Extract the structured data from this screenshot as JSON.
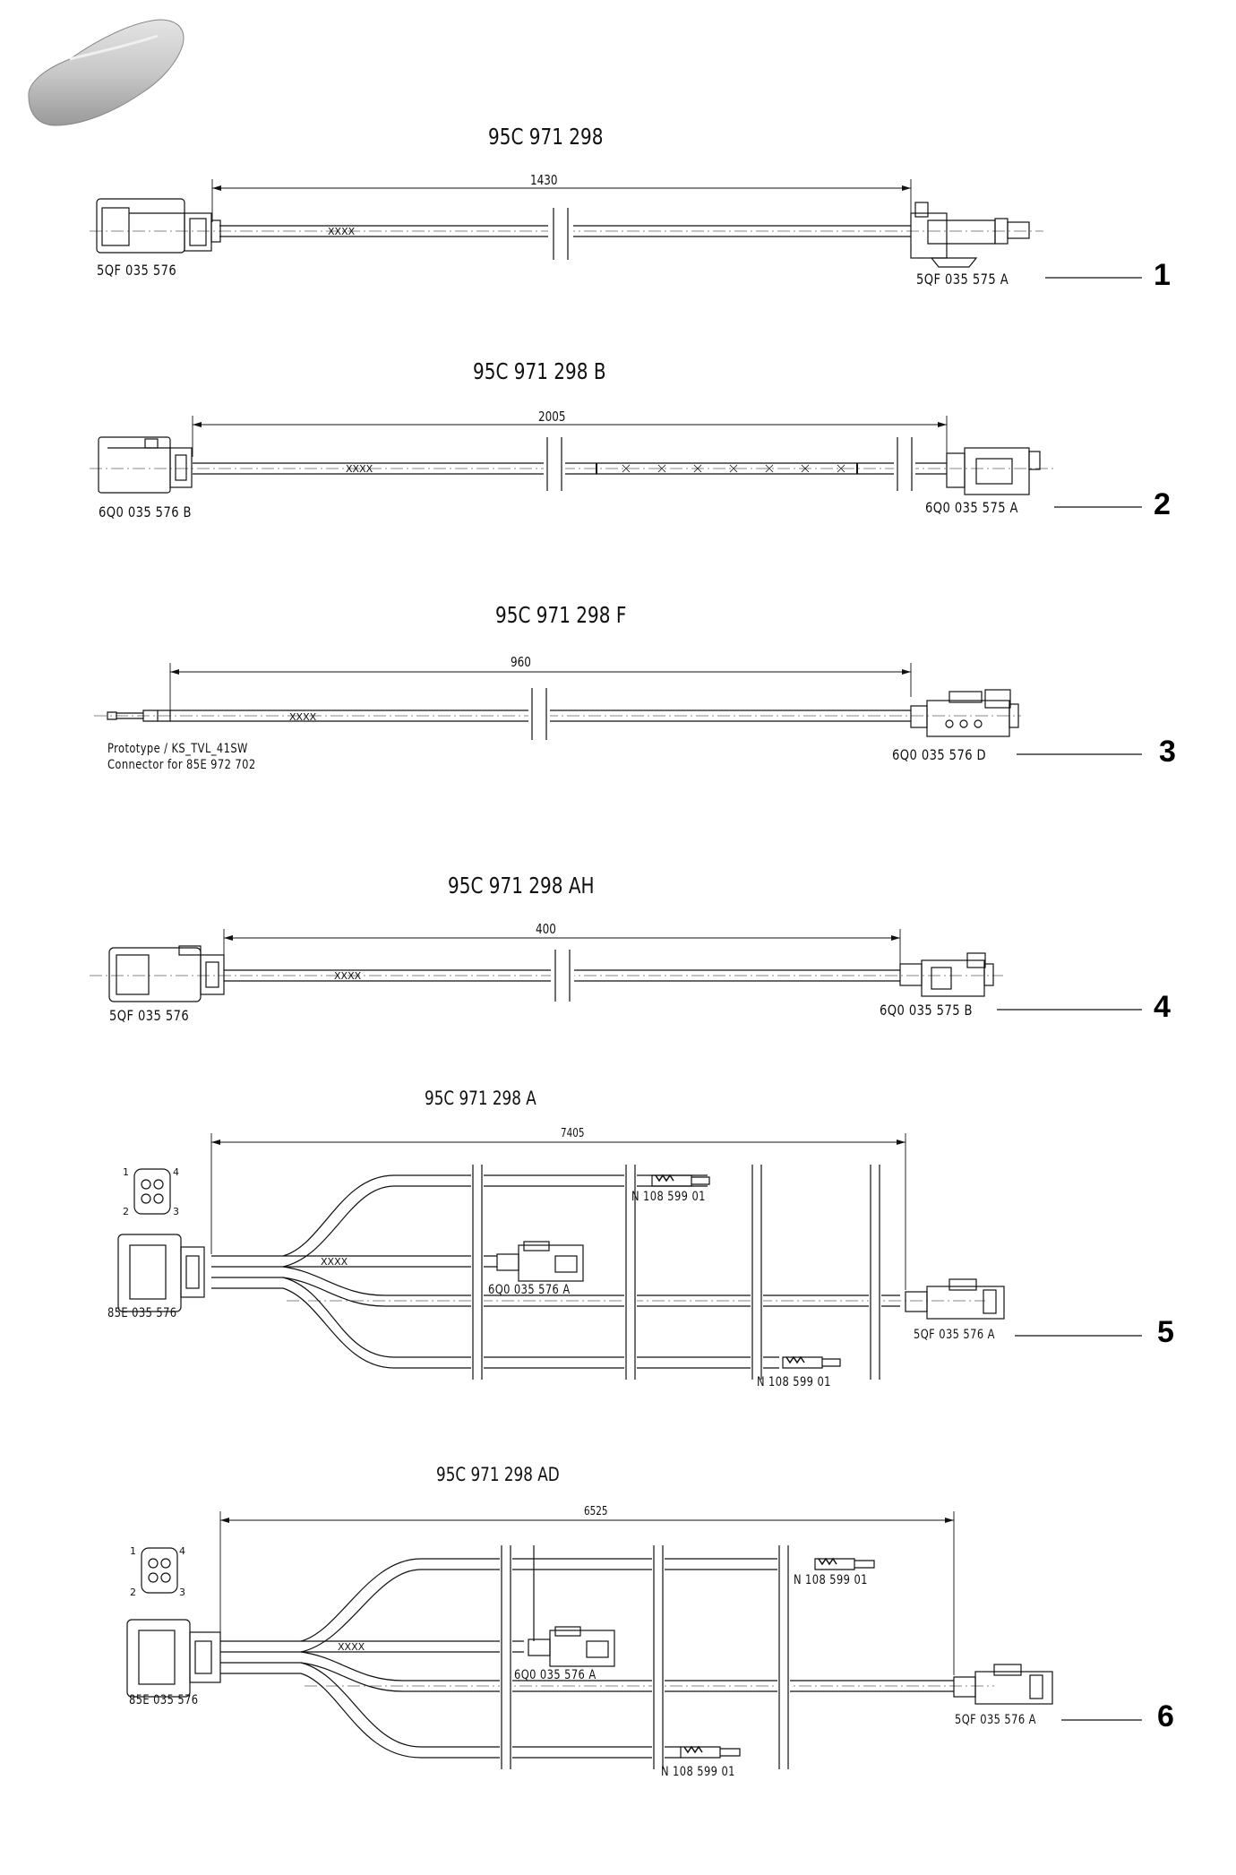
{
  "car_icon": "car-silhouette-icon",
  "diagrams": [
    {
      "index": "1",
      "title": "95C 971 298",
      "dimension": "1430",
      "left_connector": "5QF 035 576",
      "right_connector": "5QF 035 575 A",
      "marker": "XXXX"
    },
    {
      "index": "2",
      "title": "95C 971 298 B",
      "dimension": "2005",
      "left_connector": "6Q0 035 576 B",
      "right_connector": "6Q0 035 575 A",
      "marker": "XXXX"
    },
    {
      "index": "3",
      "title": "95C 971 298 F",
      "dimension": "960",
      "left_note_1": "Prototype / KS_TVL_41SW",
      "left_note_2": "Connector for 85E 972 702",
      "right_connector": "6Q0 035 576 D",
      "marker": "XXXX"
    },
    {
      "index": "4",
      "title": "95C 971 298 AH",
      "dimension": "400",
      "left_connector": "5QF 035 576",
      "right_connector": "6Q0 035 575 B",
      "marker": "XXXX"
    },
    {
      "index": "5",
      "title": "95C 971 298 A",
      "dimension": "7405",
      "left_connector": "85E 035 576",
      "mid_connector": "6Q0 035 576 A",
      "right_connector": "5QF 035 576 A",
      "terminal_top": "N 108 599 01",
      "terminal_bottom": "N 108 599 01",
      "marker": "XXXX",
      "pins": [
        "1",
        "4",
        "2",
        "3"
      ]
    },
    {
      "index": "6",
      "title": "95C 971 298 AD",
      "dimension": "6525",
      "left_connector": "85E 035 576",
      "mid_connector": "6Q0 035 576 A",
      "right_connector": "5QF 035 576 A",
      "terminal_top": "N 108 599 01",
      "terminal_bottom": "N 108 599 01",
      "marker": "XXXX",
      "pins": [
        "1",
        "4",
        "2",
        "3"
      ]
    }
  ]
}
